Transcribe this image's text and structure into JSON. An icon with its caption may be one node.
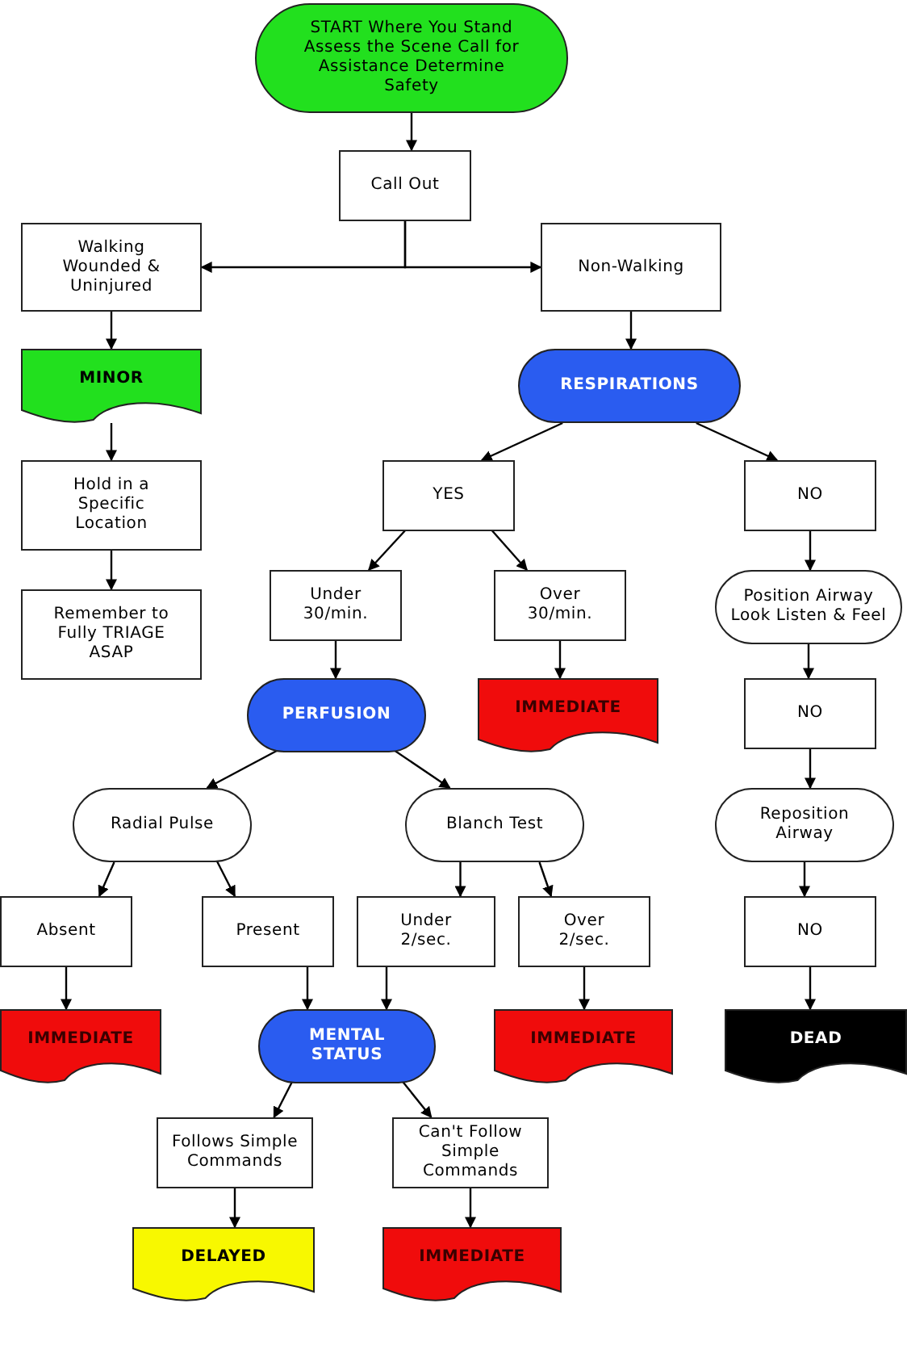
{
  "diagram": {
    "nodes": [
      {
        "text": [
          "START Where You Stand Assess the Scene Call for Assistance Determine Safety"
        ]
      },
      {
        "text": [
          "Call Out"
        ]
      },
      {
        "text": [
          "Walking Wounded & Uninjured"
        ]
      },
      {
        "text": [
          "Non-Walking"
        ]
      },
      {
        "text": [
          "MINOR"
        ]
      },
      {
        "text": [
          "RESPIRATIONS"
        ]
      },
      {
        "text": [
          "Hold in a Specific Location"
        ]
      },
      {
        "text": [
          "YES"
        ]
      },
      {
        "text": [
          "NO"
        ]
      },
      {
        "text": [
          "Remember to Fully TRIAGE ASAP"
        ]
      },
      {
        "text": [
          "Under 30/min."
        ]
      },
      {
        "text": [
          "Over 30/min."
        ]
      },
      {
        "text": [
          "Position Airway Look Listen & Feel"
        ]
      },
      {
        "text": [
          "PERFUSION"
        ]
      },
      {
        "text": [
          "IMMEDIATE"
        ]
      },
      {
        "text": [
          "NO"
        ]
      },
      {
        "text": [
          "Radial Pulse"
        ]
      },
      {
        "text": [
          "Blanch Test"
        ]
      },
      {
        "text": [
          "Reposition Airway"
        ]
      },
      {
        "text": [
          "Absent"
        ]
      },
      {
        "text": [
          "Present"
        ]
      },
      {
        "text": [
          "Under 2/sec."
        ]
      },
      {
        "text": [
          "Over 2/sec."
        ]
      },
      {
        "text": [
          "NO"
        ]
      },
      {
        "text": [
          "IMMEDIATE"
        ]
      },
      {
        "text": [
          "MENTAL STATUS"
        ]
      },
      {
        "text": [
          "IMMEDIATE"
        ]
      },
      {
        "text": [
          "DEAD"
        ]
      },
      {
        "text": [
          "Follows Simple Commands"
        ]
      },
      {
        "text": [
          "Can't Follow Simple Commands"
        ]
      },
      {
        "text": [
          "DELAYED"
        ]
      },
      {
        "text": [
          "IMMEDIATE"
        ]
      }
    ],
    "edges": [
      {
        "from": 0,
        "to": 1,
        "arrow": "to"
      },
      {
        "from": 1,
        "to": 2,
        "arrow": "to"
      },
      {
        "from": 1,
        "to": 3,
        "arrow": "to"
      },
      {
        "from": 2,
        "to": 4,
        "arrow": "to"
      },
      {
        "from": 4,
        "to": 6,
        "arrow": "to"
      },
      {
        "from": 6,
        "to": 9,
        "arrow": "to"
      },
      {
        "from": 3,
        "to": 5,
        "arrow": "to"
      },
      {
        "from": 5,
        "to": 7,
        "arrow": "to"
      },
      {
        "from": 5,
        "to": 8,
        "arrow": "to"
      },
      {
        "from": 7,
        "to": 10,
        "arrow": "to"
      },
      {
        "from": 7,
        "to": 11,
        "arrow": "to"
      },
      {
        "from": 10,
        "to": 13,
        "arrow": "to"
      },
      {
        "from": 11,
        "to": 14,
        "arrow": "to"
      },
      {
        "from": 8,
        "to": 12,
        "arrow": "to"
      },
      {
        "from": 12,
        "to": 15,
        "arrow": "to"
      },
      {
        "from": 15,
        "to": 18,
        "arrow": "to"
      },
      {
        "from": 18,
        "to": 23,
        "arrow": "to"
      },
      {
        "from": 23,
        "to": 27,
        "arrow": "to"
      },
      {
        "from": 13,
        "to": 16,
        "arrow": "to"
      },
      {
        "from": 13,
        "to": 17,
        "arrow": "to"
      },
      {
        "from": 16,
        "to": 19,
        "arrow": "to"
      },
      {
        "from": 16,
        "to": 20,
        "arrow": "to"
      },
      {
        "from": 17,
        "to": 21,
        "arrow": "to"
      },
      {
        "from": 17,
        "to": 22,
        "arrow": "to"
      },
      {
        "from": 19,
        "to": 24,
        "arrow": "to"
      },
      {
        "from": 22,
        "to": 26,
        "arrow": "to"
      },
      {
        "from": 20,
        "to": 25,
        "arrow": "to"
      },
      {
        "from": 21,
        "to": 25,
        "arrow": "to"
      },
      {
        "from": 25,
        "to": 28,
        "arrow": "to"
      },
      {
        "from": 25,
        "to": 29,
        "arrow": "to"
      },
      {
        "from": 28,
        "to": 30,
        "arrow": "to"
      },
      {
        "from": 29,
        "to": 31,
        "arrow": "to"
      }
    ]
  }
}
